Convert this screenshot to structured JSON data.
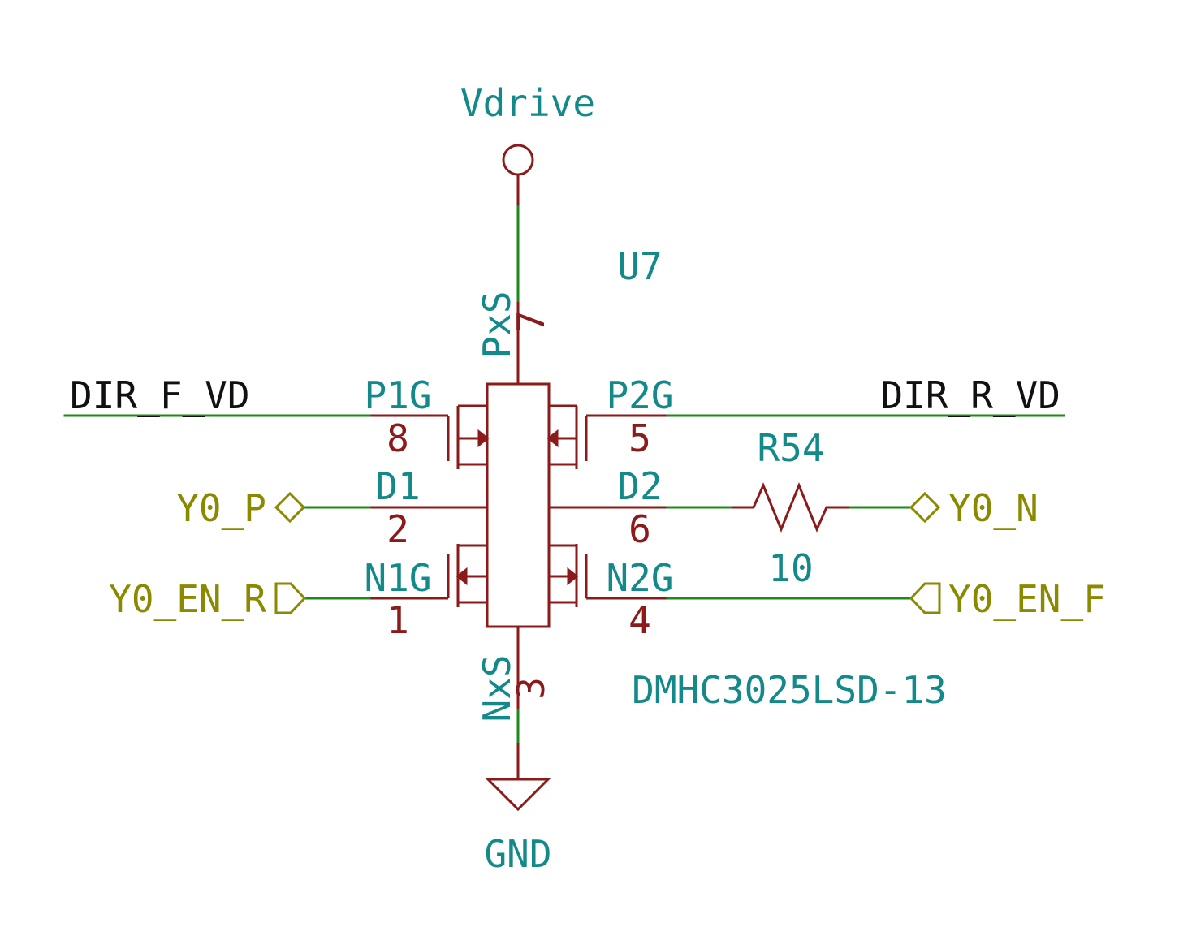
{
  "power": {
    "supply_label": "Vdrive",
    "ground_label": "GND"
  },
  "component": {
    "ref": "U7",
    "value": "DMHC3025LSD-13"
  },
  "pins": {
    "pxs": {
      "name": "PxS",
      "number": "7"
    },
    "p1g": {
      "name": "P1G",
      "number": "8"
    },
    "p2g": {
      "name": "P2G",
      "number": "5"
    },
    "d1": {
      "name": "D1",
      "number": "2"
    },
    "d2": {
      "name": "D2",
      "number": "6"
    },
    "n1g": {
      "name": "N1G",
      "number": "1"
    },
    "n2g": {
      "name": "N2G",
      "number": "4"
    },
    "nxs": {
      "name": "NxS",
      "number": "3"
    }
  },
  "nets": {
    "dir_f": "DIR_F_VD",
    "dir_r": "DIR_R_VD",
    "y0_p": "Y0_P",
    "y0_n": "Y0_N",
    "y0_en_r": "Y0_EN_R",
    "y0_en_f": "Y0_EN_F"
  },
  "resistor": {
    "ref": "R54",
    "value": "10"
  },
  "colors": {
    "wire": "#1a8a1a",
    "symbol": "#8b1a1a",
    "field_text": "#13898a",
    "hier_label": "#8a8a00",
    "net_label": "#111111"
  }
}
